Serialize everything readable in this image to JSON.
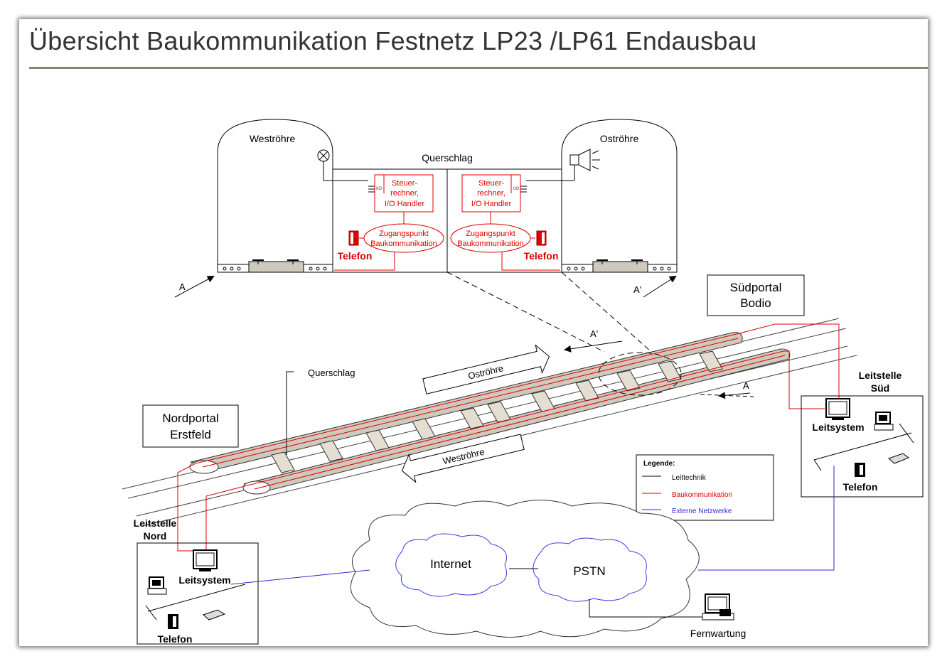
{
  "title": "Übersicht Baukommunikation Festnetz LP23 /LP61 Endausbau",
  "cross_section": {
    "west_tube": "Weströhre",
    "east_tube": "Oströhre",
    "crosscut": "Querschlag",
    "controller_left": [
      "Steuer-",
      "rechner,",
      "I/O Handler"
    ],
    "controller_right": [
      "Steuer-",
      "rechner,",
      "I/O Handler"
    ],
    "io_label": "I/O",
    "access_point_left": [
      "Zugangspunkt",
      "Baukommunikation"
    ],
    "access_point_right": [
      "Zugangspunkt",
      "Baukommunikation"
    ],
    "phone_left": "Telefon",
    "phone_right": "Telefon",
    "section_a": "A",
    "section_a_prime": "A'"
  },
  "portals": {
    "south": [
      "Südportal",
      "Bodio"
    ],
    "north": [
      "Nordportal",
      "Erstfeld"
    ]
  },
  "tunnel": {
    "crosscut_label": "Querschlag",
    "east_tube_arrow": "Oströhre",
    "west_tube_arrow": "Weströhre",
    "section_a_prime": "A'",
    "section_a": "A"
  },
  "control_south": {
    "title": [
      "Leitstelle",
      "Süd"
    ],
    "system": "Leitsystem",
    "phone": "Telefon"
  },
  "control_north": {
    "title": [
      "Leitstelle",
      "Nord"
    ],
    "system": "Leitsystem",
    "phone": "Telefon"
  },
  "legend": {
    "title": "Legende:",
    "items": [
      {
        "label": "Leittechnik",
        "color": "#000000"
      },
      {
        "label": "Baukommunikation",
        "color": "#e00000"
      },
      {
        "label": "Externe Netzwerke",
        "color": "#2a2ad0"
      }
    ]
  },
  "network": {
    "internet": "Internet",
    "pstn": "PSTN",
    "remote_maintenance": "Fernwartung"
  },
  "colors": {
    "red": "#e00000",
    "blue": "#2a2ad0",
    "tube_fill": "#cfc9bd",
    "blue_cloud": "#3a3ae0"
  }
}
